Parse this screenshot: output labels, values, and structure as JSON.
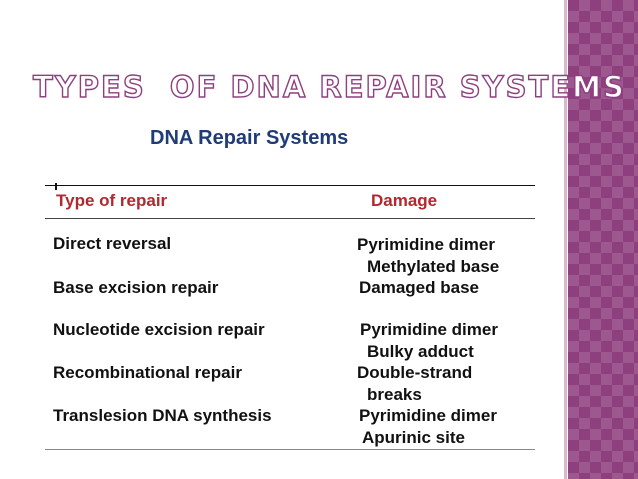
{
  "slide": {
    "title": "TYPES  OF DNA REPAIR SYSTEMS",
    "accent_color": "#8e3f7e"
  },
  "table": {
    "caption": "DNA Repair Systems",
    "headers": {
      "type": "Type of repair",
      "damage": "Damage"
    },
    "rows": [
      {
        "type": "Direct reversal",
        "damage": [
          "Pyrimidine dimer",
          "Methylated base"
        ]
      },
      {
        "type": "Base excision repair",
        "damage": [
          "Damaged base"
        ]
      },
      {
        "type": "Nucleotide excision repair",
        "damage": [
          "Pyrimidine dimer",
          "Bulky adduct"
        ]
      },
      {
        "type": "Recombinational repair",
        "damage": [
          "Double-strand",
          "breaks"
        ]
      },
      {
        "type": "Translesion DNA synthesis",
        "damage": [
          "Pyrimidine dimer",
          "Apurinic site"
        ]
      }
    ]
  }
}
